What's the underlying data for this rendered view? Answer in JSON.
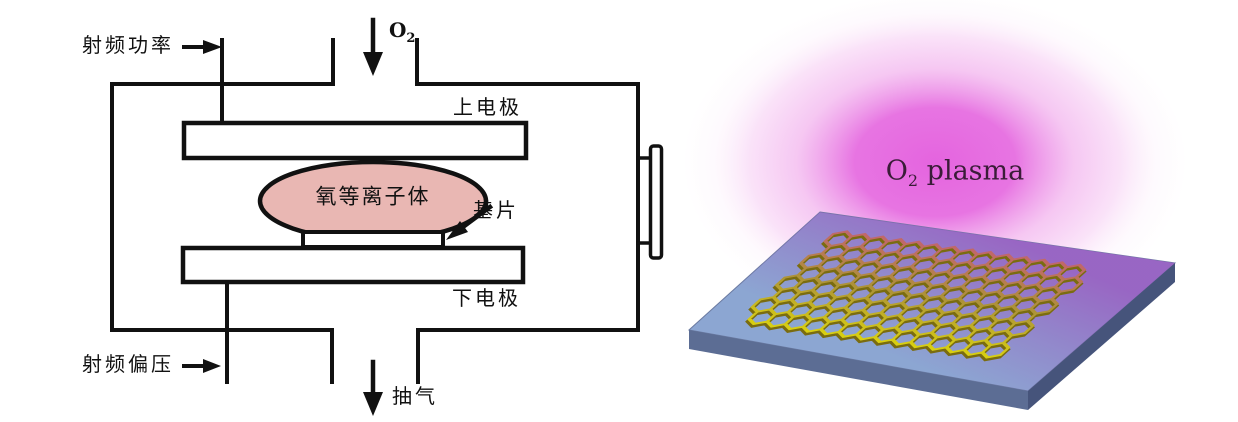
{
  "figure": {
    "description": "Oxygen plasma treatment: RF plasma chamber schematic and O2 plasma over patterned substrate",
    "background": "#ffffff"
  },
  "left_diagram": {
    "rf_power_label": "射频功率",
    "rf_bias_label": "射频偏压",
    "gas_inlet_label": {
      "symbol": "O",
      "subscript": "2"
    },
    "upper_electrode_label": "上电极",
    "lower_electrode_label": "下电极",
    "plasma_label": "氧等离子体",
    "substrate_label": "基片",
    "exhaust_label": "抽气",
    "colors": {
      "line": "#111111",
      "plasma_fill": "#e9b7b3",
      "electrode_fill": "#ffffff"
    }
  },
  "right_illustration": {
    "plasma_label": {
      "symbol": "O",
      "subscript": "2",
      "suffix": " plasma"
    },
    "colors": {
      "glow_core": "#e35cdd",
      "glow_mid": "#ee9ae8",
      "glow_outer": "#f7d6f4",
      "substrate_top": "#8ca6d2",
      "substrate_side_left": "#5c6d94",
      "substrate_side_right": "#46547b",
      "plasma_tint": "#9a5fc2",
      "mesh_pink": "#c0686a",
      "mesh_gold": "#ad9338",
      "mesh_yellow": "#d8cf12",
      "mesh_shadow": "#7a6c10",
      "label_text": "#3a1c38"
    }
  }
}
